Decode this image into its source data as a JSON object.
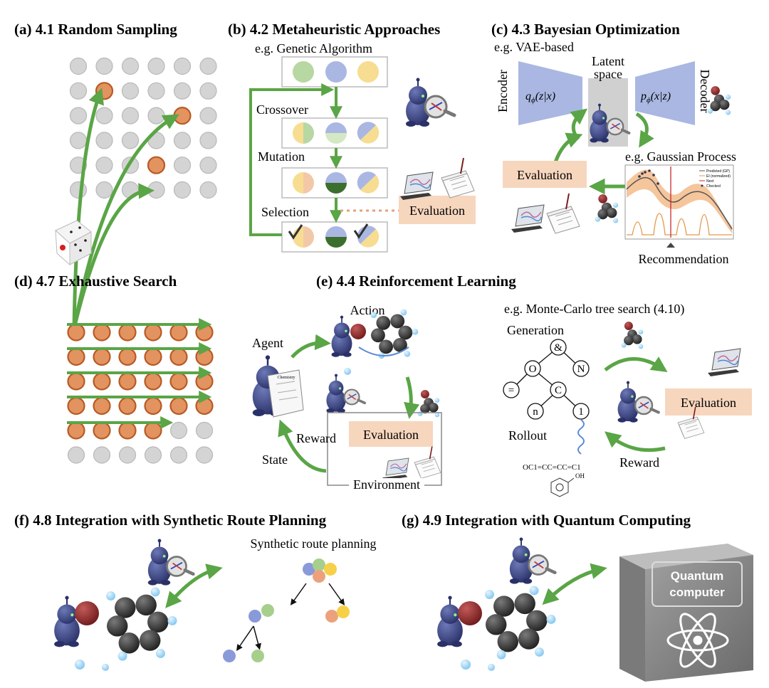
{
  "panels": {
    "a": {
      "title": "(a) 4.1 Random Sampling",
      "grid": {
        "rows": 6,
        "cols": 6,
        "highlighted": [
          [
            1,
            1
          ],
          [
            2,
            4
          ],
          [
            4,
            3
          ]
        ]
      }
    },
    "b": {
      "title": "(b) 4.2 Metaheuristic Approaches",
      "subtitle": "e.g. Genetic Algorithm",
      "steps": [
        "Crossover",
        "Mutation",
        "Selection"
      ],
      "evaluation": "Evaluation"
    },
    "c": {
      "title": "(c) 4.3 Bayesian Optimization",
      "subtitle": "e.g. VAE-based",
      "encoder": "Encoder",
      "decoder": "Decoder",
      "latent_line1": "Latent",
      "latent_line2": "space",
      "q_func": "q",
      "q_sub": "ϕ",
      "q_args": "(z|x)",
      "p_func": "p",
      "p_sub": "ϕ",
      "p_args": "(x|z)",
      "gp_label": "e.g. Gaussian Process",
      "evaluation": "Evaluation",
      "recommendation": "Recommendation",
      "plot_legend": [
        "Predicted (GP)",
        "EI (normalized)",
        "Next",
        "Checked"
      ]
    },
    "d": {
      "title": "(d) 4.7 Exhaustive Search",
      "grid": {
        "rows": 6,
        "cols": 6,
        "filled_per_row": [
          6,
          6,
          6,
          6,
          4,
          0
        ]
      }
    },
    "e": {
      "title": "(e) 4.4 Reinforcement Learning",
      "agent": "Agent",
      "action": "Action",
      "reward": "Reward",
      "state": "State",
      "evaluation": "Evaluation",
      "environment": "Environment",
      "book_text": "Chemistry",
      "mcts_title": "e.g. Monte-Carlo tree search (4.10)",
      "generation": "Generation",
      "rollout": "Rollout",
      "smiles": "OC1=CC=CC=C1",
      "oh": "OH",
      "tree_nodes": [
        "&",
        "O",
        "N",
        "=",
        "C",
        "n",
        "1"
      ],
      "mcts_evaluation": "Evaluation",
      "mcts_reward": "Reward"
    },
    "f": {
      "title": "(f) 4.8 Integration with Synthetic Route Planning",
      "subtitle": "Synthetic route planning"
    },
    "g": {
      "title": "(g) 4.9 Integration with Quantum Computing",
      "box_line1": "Quantum",
      "box_line2": "computer"
    }
  },
  "colors": {
    "green": "#5aa546",
    "orange": "#e2935f",
    "orange_dark": "#b85a24",
    "gray": "#d4d4d4",
    "eval_box": "#f7d6be",
    "encoder_blue": "#a9b7e2",
    "plot_orange": "#f2b27a"
  }
}
